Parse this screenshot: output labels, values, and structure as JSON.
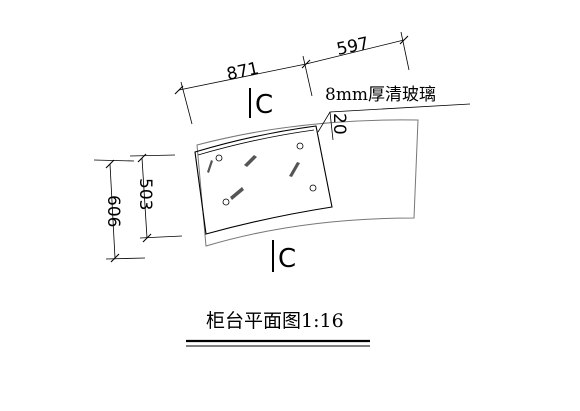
{
  "dimensions": {
    "top_left": "871",
    "top_right": "597",
    "left_outer": "606",
    "left_inner": "503",
    "glass_offset": "20"
  },
  "annotation": {
    "glass_note": "8mm厚清玻璃"
  },
  "section_markers": {
    "top": "C",
    "bottom": "C"
  },
  "title": "柜台平面图1:16"
}
